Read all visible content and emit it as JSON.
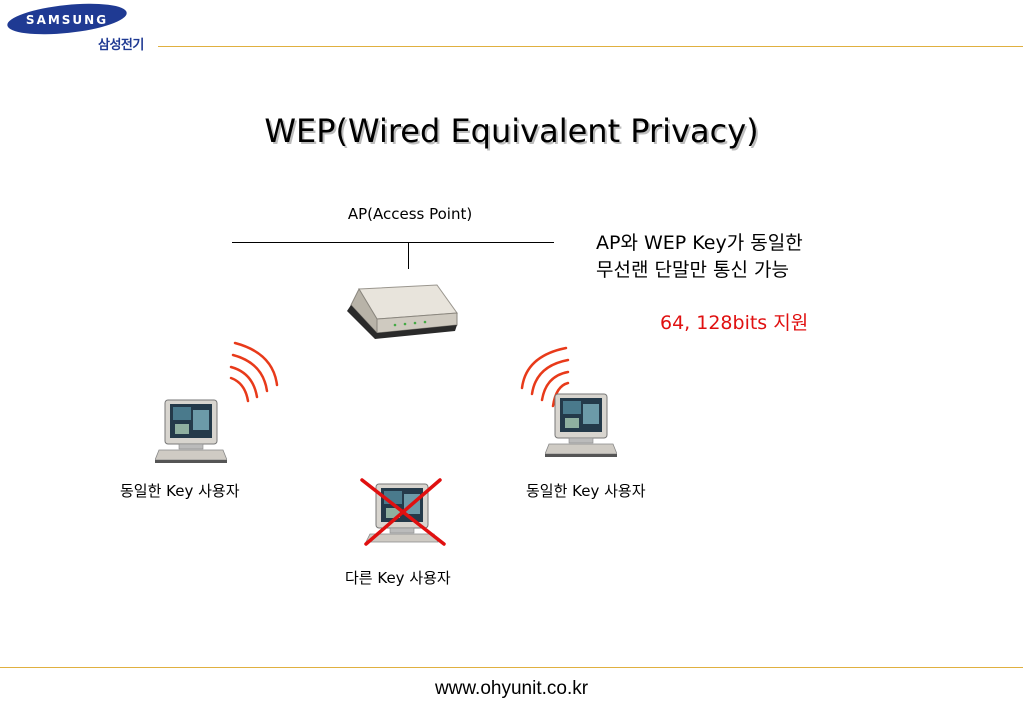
{
  "header": {
    "logo_text": "SAMSUNG",
    "brand_kr": "삼성전기"
  },
  "title": "WEP(Wired Equivalent Privacy)",
  "diagram": {
    "ap_label": "AP(Access Point)",
    "note_line1": "AP와 WEP Key가 동일한",
    "note_line2": "무선랜 단말만 통신 가능",
    "bits_note": "64, 128bits 지원",
    "left_user": "동일한 Key 사용자",
    "right_user": "동일한 Key 사용자",
    "bottom_user": "다른 Key 사용자"
  },
  "colors": {
    "accent_red": "#e01010",
    "rule_gold": "#e0b040",
    "logo_blue": "#1f3a93"
  },
  "footer": {
    "url": "www.ohyunit.co.kr"
  }
}
